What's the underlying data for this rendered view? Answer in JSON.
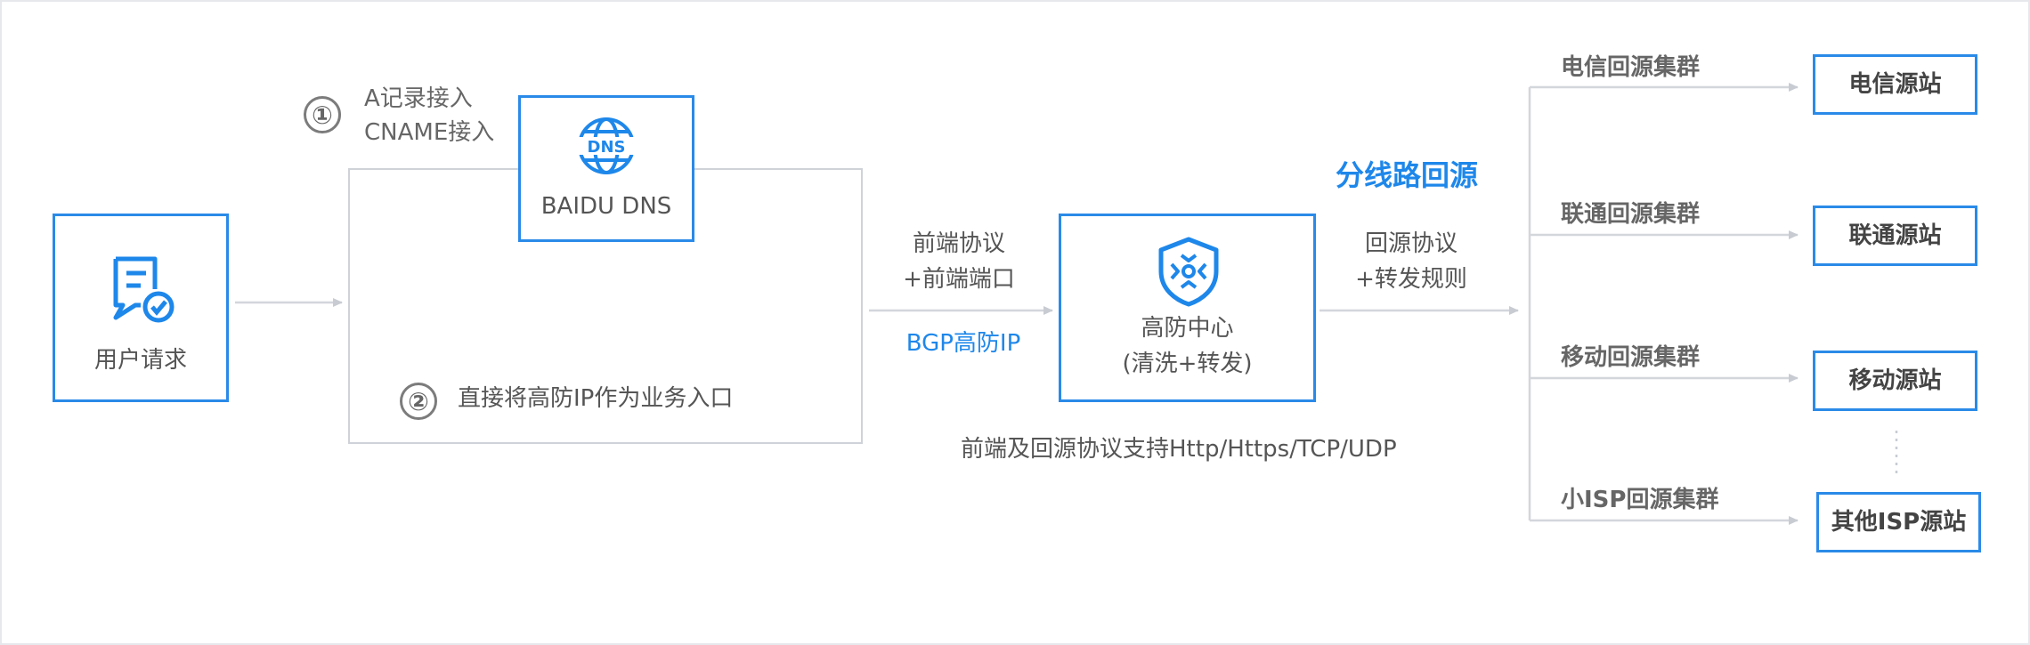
{
  "user_request": {
    "label": "用户请求",
    "icon": "request-check-icon"
  },
  "access": {
    "step1_num": "①",
    "step1_line1": "A记录接入",
    "step1_line2": "CNAME接入",
    "dns_icon_text": "DNS",
    "dns_label": "BAIDU DNS",
    "step2_num": "②",
    "step2_text": "直接将高防IP作为业务入口"
  },
  "front": {
    "line1": "前端协议",
    "line2": "+前端端口",
    "bgp": "BGP高防IP"
  },
  "center": {
    "line1": "高防中心",
    "line2": "(清洗+转发)",
    "icon": "shield-forward-icon"
  },
  "protocol_note": "前端及回源协议支持Http/Https/TCP/UDP",
  "back": {
    "title": "分线路回源",
    "line1": "回源协议",
    "line2": "+转发规则"
  },
  "routes": [
    {
      "cluster": "电信回源集群",
      "source": "电信源站"
    },
    {
      "cluster": "联通回源集群",
      "source": "联通源站"
    },
    {
      "cluster": "移动回源集群",
      "source": "移动源站"
    },
    {
      "cluster": "小ISP回源集群",
      "source": "其他ISP源站"
    }
  ],
  "colors": {
    "accent": "#1e87ea",
    "line": "#cfd3d9",
    "text": "#555555"
  }
}
